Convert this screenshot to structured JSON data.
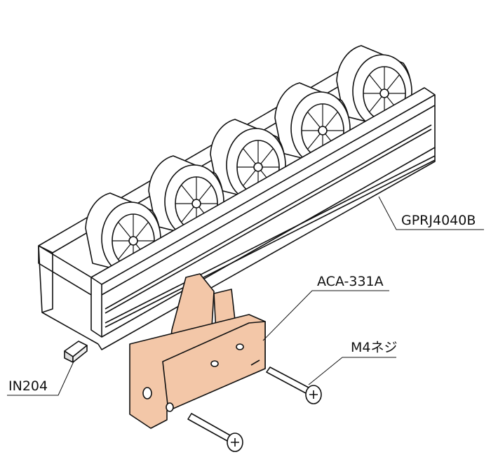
{
  "labels": {
    "rail": "GPRJ4040B",
    "bracket": "ACA-331A",
    "screw": "M4ネジ",
    "nut": "IN204"
  },
  "colors": {
    "bracket_fill": "#f3c7a8",
    "line": "#111111"
  }
}
